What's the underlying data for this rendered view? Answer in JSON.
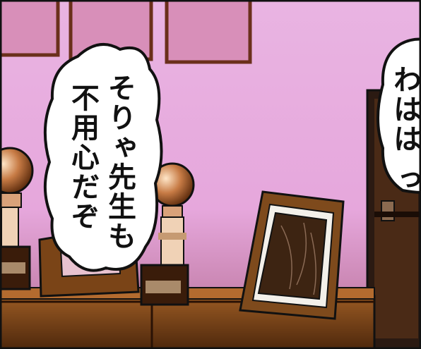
{
  "panel": {
    "speech_bubble_1": {
      "line_1": "そりゃ先生も",
      "line_2": "不用心だぞ"
    },
    "speech_bubble_2": {
      "text": "わはは っ"
    }
  },
  "colors": {
    "wall": "#e6a8dc",
    "wall_shadow": "#a8628a",
    "furniture": "#7a4417",
    "furniture_dark": "#3e1e0a",
    "ink": "#111111",
    "bubble_fill": "#ffffff"
  },
  "icons": [
    "trophy-icon",
    "picture-frame-icon",
    "speech-bubble-icon"
  ]
}
